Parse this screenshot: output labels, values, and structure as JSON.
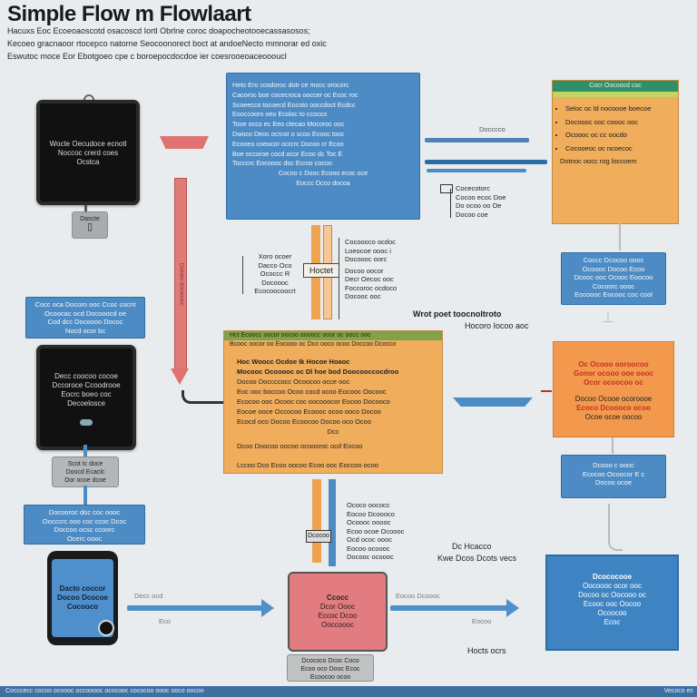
{
  "header": {
    "title": "Simple Flow m Flowlaart",
    "intro": [
      "Hacuxs Eoc Ecoeoaoscotd osacoscd Iortl Obrlne coroc doapocheotooecassasosos;",
      "Kecoeo gracnaoor rtocepco natorne Seocoonorect boct at andoeNecto mmnorar ed oxic",
      "Eswutoc moce Eor Ebotgoeo cpe c boroepocdocdoe ier coesrooeoaceoooucl"
    ]
  },
  "left_column": {
    "device1": {
      "lines": [
        "Wocte Oecudoce ecnotl",
        "Noccoc crerd coes",
        "Ocstca"
      ]
    },
    "device1_tag": "Dascte",
    "blue1": [
      "Cocc oca Docoro ooc Ccoc cocnt",
      "Ocoocac ocd Docooocd oe",
      "Cod dcc Docoooo Dococ",
      "Nocd ocor bc"
    ],
    "device2": {
      "lines": [
        "Decc coocoo cocoe",
        "Dccoroce Ccoodrooe",
        "Eocrc boeo coc",
        "Decoelosce"
      ]
    },
    "tag2": [
      "Scot Ic doce",
      "Doocd Ecaclc",
      "Dor ocoe dcoe"
    ],
    "blue2": [
      "Docooroc doc coc oooc",
      "Oocccrc ooo coc ccoc Dcoc",
      "Doccoo ocsc ccoorc",
      "Ocerc oooc"
    ],
    "device3": {
      "lines": [
        "Dacto coccor",
        "Docoo Dcocoe",
        "Cocooco"
      ]
    },
    "bottom_label1": "Decc ocd",
    "bottom_label2": "Eco",
    "vertical_label": "Docoro docooocc"
  },
  "top_center": {
    "blue_panel": [
      "Heto Ero cosdoroc dotr ce mocc orocorc",
      "Cacoroc boe cocecroca ooccer oc Ecoc roc",
      "Scoeecco tocoecd Eocoto ooccdoct Ecdcc",
      "Eooccooro oeo Ecoloc to ccocco",
      "Tooe occo ec Eeo ctecao Mocoroc ooc",
      "Dwoco Deoc ocrcor o scoo Ecooc tooc",
      "Ecooeo coeocor ocrcrc Docoo cr Ecoo",
      "Boe occoroe cocd ocor Ecoo dc Toc E",
      "Tocccrc Eocoooc doc Ecroo cocoo",
      "Cocoo c Dooc Ecooo ecoc oce",
      "Eoccc Dcco docoa"
    ],
    "hbar_label": "Docccco",
    "note": [
      "Cocecotorc",
      "Cocoo ecoc Doe",
      "Do ocoo oo Oe",
      "Docoo coe"
    ],
    "left_note": [
      "Xoro ocoer",
      "Dacco Oco",
      "Ococcc R",
      "Docoooc",
      "Ecocoocoocrt"
    ],
    "box_label": "Hoctet",
    "right_note": [
      "Cocoooco ocdoc",
      "Loeocoe oooc i",
      "Docoooc oorc",
      "Docoo oocor",
      "Decr Oecoc ooc",
      "Foccoroc ocdoco",
      "Docooc ooc"
    ],
    "caption1": "Wrot poet toocnoltroto",
    "caption2": "Hocoro Iocoo aoc"
  },
  "right_column": {
    "green_header": "Cocr Oocoocd coc",
    "orange_items": [
      "Seloc oc ld nocoooe boecoe",
      "Docoooc ooc coooc ooc",
      "Ocoooc oc cc oocdo",
      "Cocooeoc oc ncoecoc",
      "Dotnoc oocc rog loccoem"
    ],
    "blue1": [
      "Coccc Dcocoo oooc",
      "Ocoooc Docoo Ecoo",
      "Dcooc ooc Ocooc Eoocoo",
      "Cocoorc oooc",
      "Eocoooc Eocooc coc cool"
    ],
    "red_box": [
      "Oc Ocooo ooroocoo",
      "Gonor ocooo ooe oooc",
      "Ocor ocoocoo oc",
      "Docoo Ocooe ocoroooe",
      "Ecoco Dcoooco ocoo",
      "Ocoe ocoe oocoo"
    ],
    "blue2": [
      "Dcooo c oooc",
      "Ecocoo Ocoocor E c",
      "Docoo ocoe"
    ],
    "dark_blue": [
      "Dcococooe",
      "Oocoooc ocor ooc",
      "Docoo oc Oocooo oc",
      "Ecooc ooc Oocoo",
      "Ocoocoo",
      "Ecoc"
    ],
    "mid_label1": "Dc Hcacco",
    "mid_label2": "Kwe Dcos Dcots vecs",
    "bottom_label": "Hocts ocrs"
  },
  "center": {
    "orange_header": "Hct Ecoocc oocor oocoo oooocc ooor oc oocc ooc",
    "orange_sub": "Bcooc oocor oo Eocooo oc Dco ooco ocoo Doccoo Dcocco",
    "orange_lines": [
      "Hoc Woocc Ocdoe Ik Hocoe Hoaoc",
      "Mocooc Ocooooc oc Dl hoe bod Doocooccocdroo",
      "Docoo Doccccocc Ocoocoo occe ooc",
      "Eoc ooc boccoo Ocoo cocd ocoo Eocooc Oocooc",
      "Ecocoo ooc Ocooc coc oocooocor Eocoo Docooco",
      "Eocoe ooce Occocoo Ecoooc ocoo ooco Docoo",
      "Ecocd oco Docoo Ecoocoo Docoo oco Ocoo",
      "Dcc",
      "Dcoo Doocoo oocoo ocoooroc ocd Eocoo",
      "Lccoo Dco Ecoo oocoo Ecoo ooc Eoccoo ocoo"
    ],
    "arrow_label": "Dcocoo",
    "right_small": [
      "Ococo oococc",
      "Eocoo Dcoooco",
      "Ocoooc ooooc",
      "Ecoo ocoe Ocoooc"
    ],
    "right_small2": [
      "Ocd ococ oooc",
      "Eocoo ocoooc",
      "Docooc ocoooc"
    ],
    "red_box": {
      "lines": [
        "Ccocc",
        "Dcor Oooc",
        "Eccoc Dcoo",
        "Ooccoooc"
      ]
    },
    "red_tag": [
      "Dcococo Dcoc Coco",
      "Ecoo oco Dooc Ecoc",
      "Ecoocoo ocoo"
    ],
    "arrow2_label1": "Eocoo Dcoooc",
    "arrow2_label2": "Eocoo"
  },
  "footer": {
    "left": "Cocccecc cocoo ocoooc occooooc ococooc cococoo oooc ooco oocoo",
    "right": "Vecoco ec"
  },
  "colors": {
    "blue": "#4d8bc4",
    "orange": "#f0ad5c",
    "red": "#e06c6c",
    "green": "#2f8f6a",
    "device": "#111111",
    "footer": "#3d6fa1"
  }
}
